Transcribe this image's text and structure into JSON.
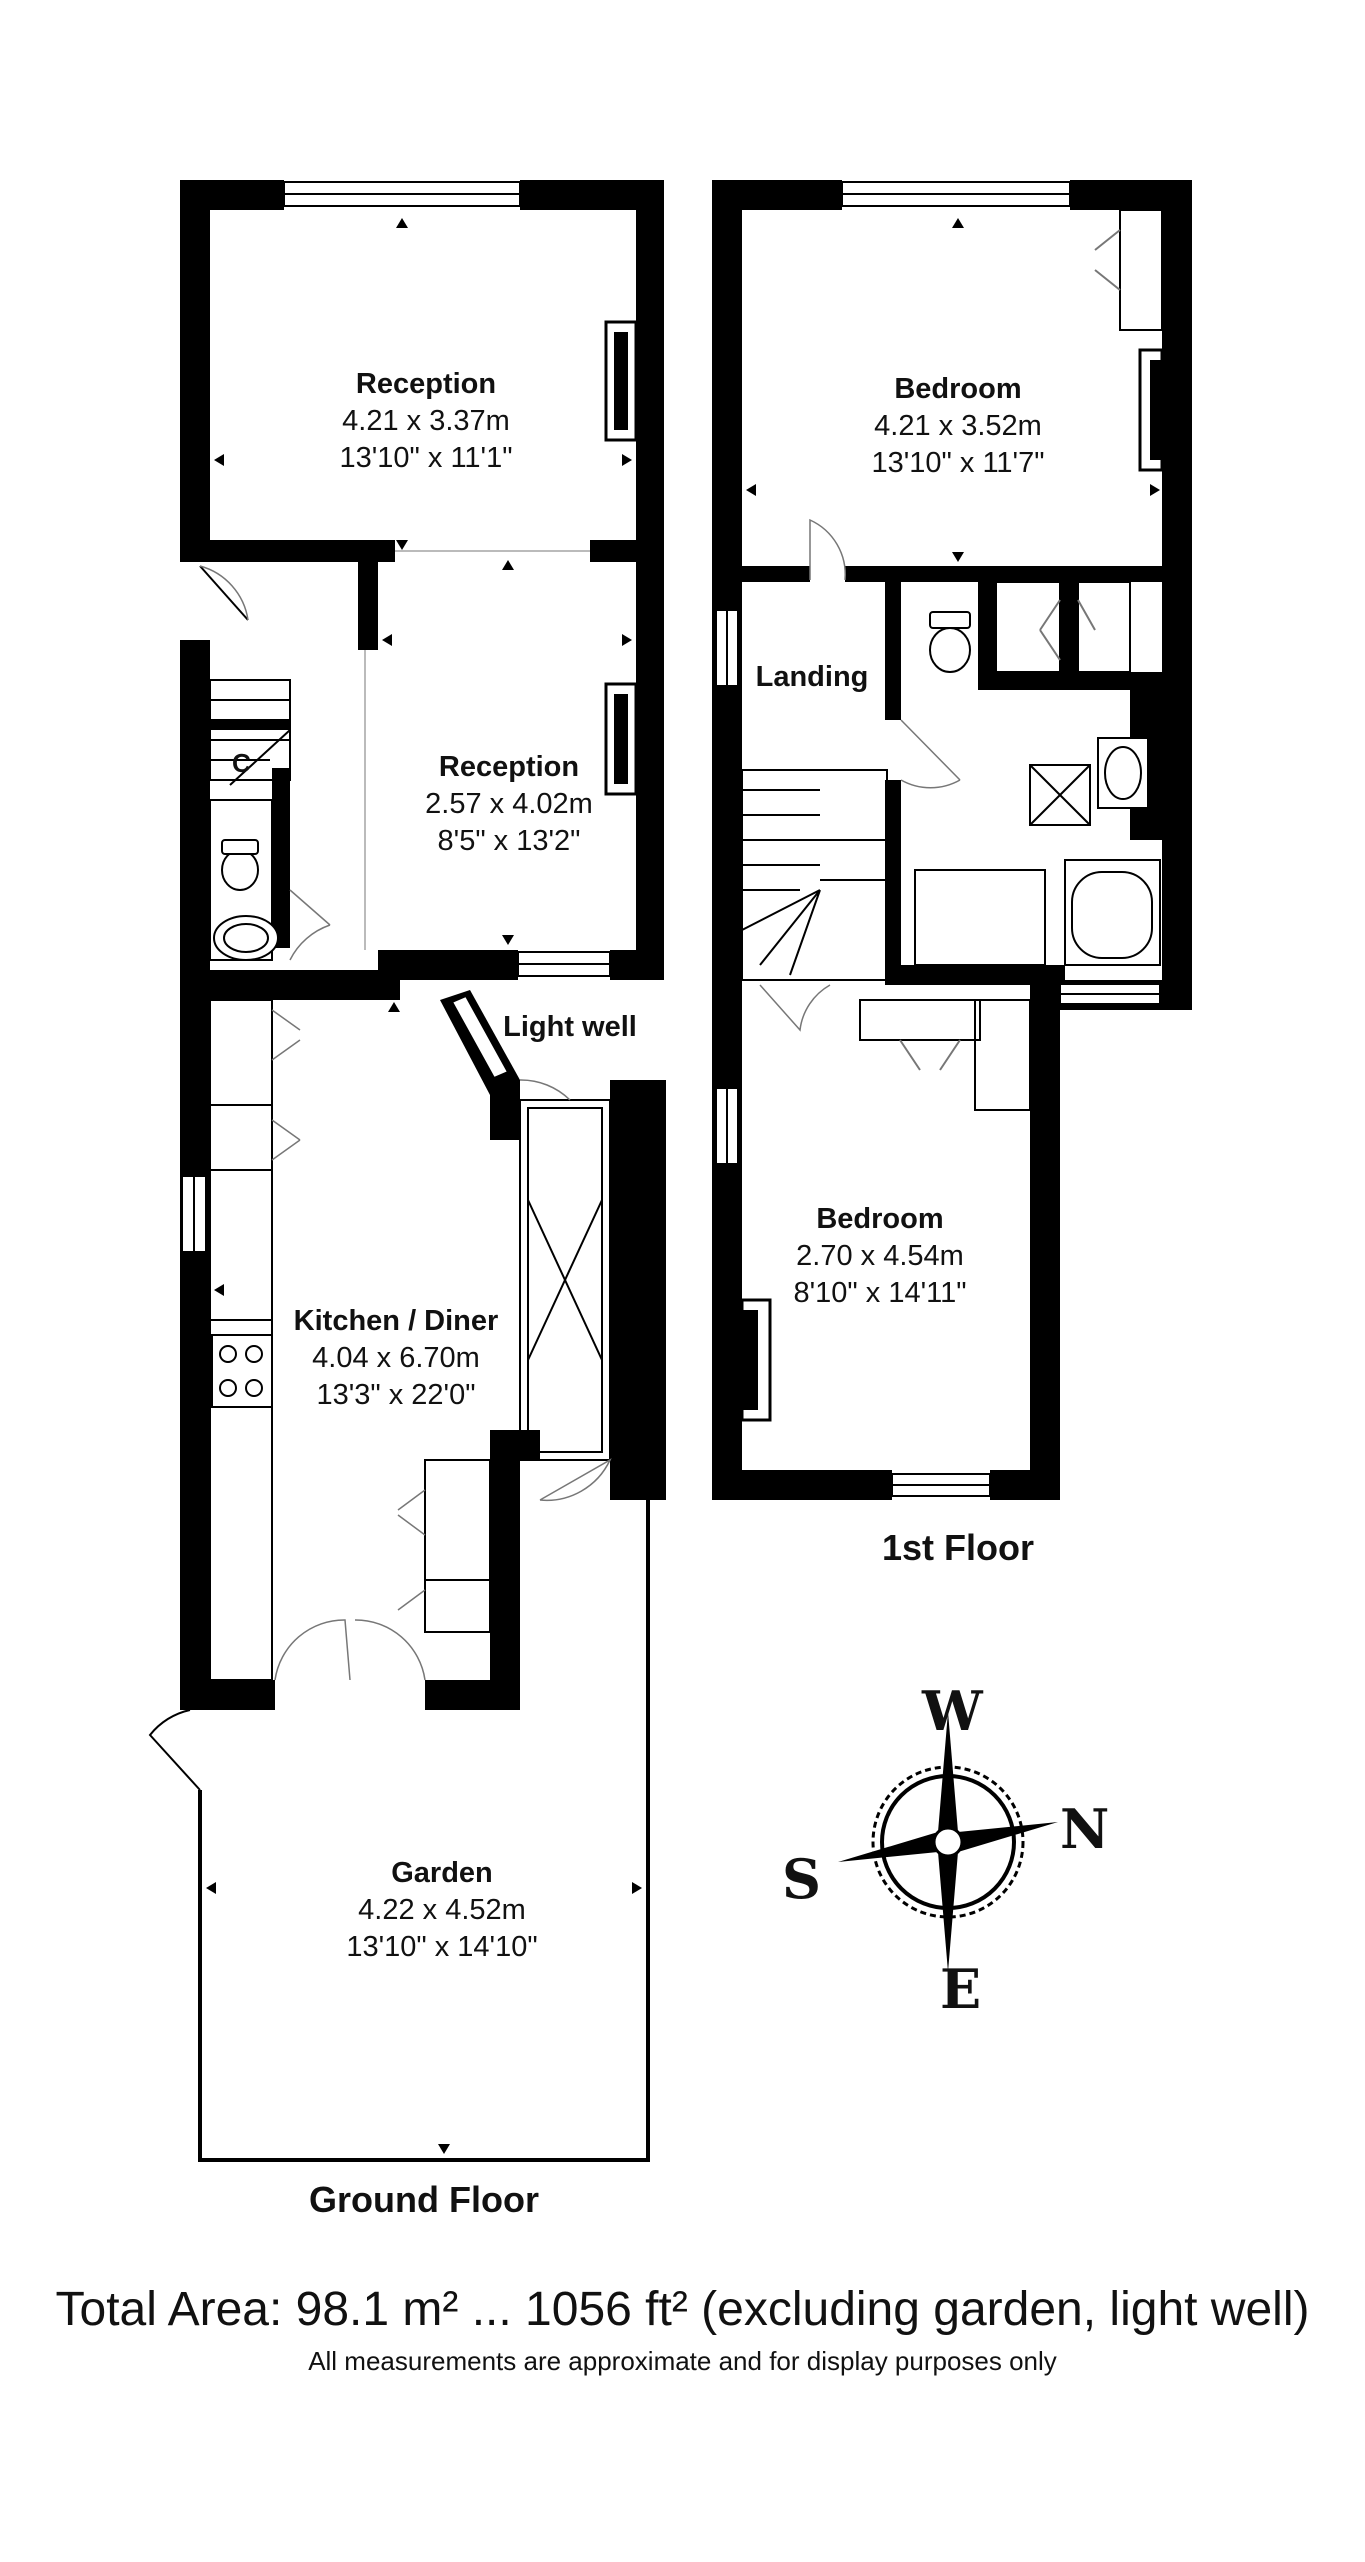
{
  "colors": {
    "wall": "#000000",
    "fixture": "#555555",
    "background": "#ffffff",
    "text": "#111111"
  },
  "ground_floor": {
    "title": "Ground Floor",
    "rooms": [
      {
        "name": "Reception",
        "metric": "4.21 x 3.37m",
        "imperial": "13'10\" x 11'1\""
      },
      {
        "name": "Reception",
        "metric": "2.57 x 4.02m",
        "imperial": "8'5\" x 13'2\""
      },
      {
        "name": "Kitchen / Diner",
        "metric": "4.04 x 6.70m",
        "imperial": "13'3\" x 22'0\""
      },
      {
        "name": "Garden",
        "metric": "4.22 x 4.52m",
        "imperial": "13'10\" x 14'10\""
      }
    ],
    "labels": {
      "light_well": "Light well",
      "cupboard": "C"
    }
  },
  "first_floor": {
    "title": "1st Floor",
    "rooms": [
      {
        "name": "Bedroom",
        "metric": "4.21 x 3.52m",
        "imperial": "13'10\" x 11'7\""
      },
      {
        "name": "Bedroom",
        "metric": "2.70 x 4.54m",
        "imperial": "8'10\" x 14'11\""
      }
    ],
    "labels": {
      "landing": "Landing"
    }
  },
  "compass": {
    "top": "W",
    "right": "N",
    "bottom": "E",
    "left": "S",
    "icon": "compass-rose-icon"
  },
  "footer": {
    "total_area": "Total Area: 98.1 m² ... 1056 ft² (excluding garden, light well)",
    "disclaimer": "All measurements are approximate and for display purposes only"
  }
}
